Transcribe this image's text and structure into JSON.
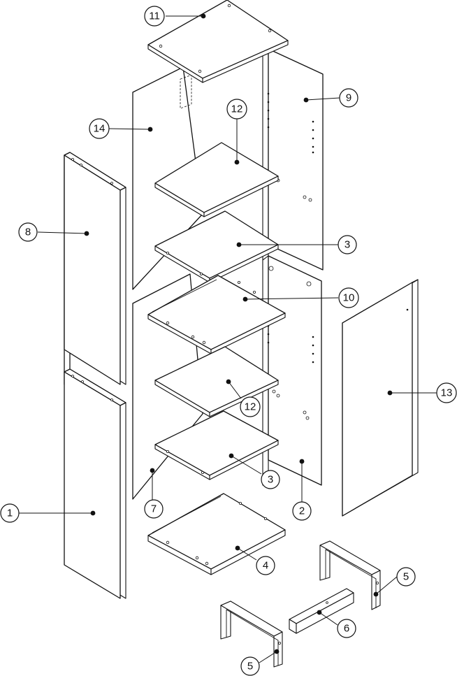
{
  "callouts": [
    {
      "id": "c1",
      "label": "1"
    },
    {
      "id": "c2",
      "label": "2"
    },
    {
      "id": "c3a",
      "label": "3"
    },
    {
      "id": "c3b",
      "label": "3"
    },
    {
      "id": "c4",
      "label": "4"
    },
    {
      "id": "c5a",
      "label": "5"
    },
    {
      "id": "c5b",
      "label": "5"
    },
    {
      "id": "c6",
      "label": "6"
    },
    {
      "id": "c7",
      "label": "7"
    },
    {
      "id": "c8",
      "label": "8"
    },
    {
      "id": "c9",
      "label": "9"
    },
    {
      "id": "c10",
      "label": "10"
    },
    {
      "id": "c11",
      "label": "11"
    },
    {
      "id": "c12a",
      "label": "12"
    },
    {
      "id": "c12b",
      "label": "12"
    },
    {
      "id": "c13",
      "label": "13"
    },
    {
      "id": "c14",
      "label": "14"
    }
  ],
  "colors": {
    "line": "#111111",
    "background": "#ffffff"
  }
}
